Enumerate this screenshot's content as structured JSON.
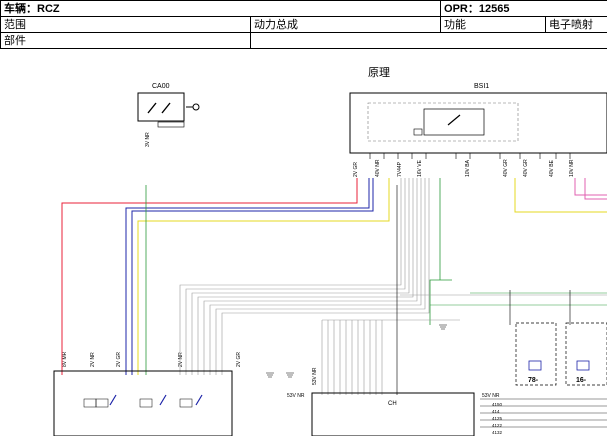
{
  "header": {
    "vehicle_label": "车辆：RCZ",
    "opr_label": "OPR：12565",
    "range_label": "范围",
    "range_value": "动力总成",
    "function_label": "功能",
    "function_value": "电子喷射",
    "part_label": "部件"
  },
  "diagram": {
    "title": "原理",
    "components": [
      {
        "id": "CA00",
        "label": "CA00"
      },
      {
        "id": "BSI1",
        "label": "BSI1"
      },
      {
        "id": "CH",
        "label": "CH"
      }
    ],
    "connector_labels": [
      "3V NR",
      "2V GR",
      "40V NR",
      "7V44P",
      "16V VE",
      "10V BA",
      "40V GR",
      "40V BE",
      "10V NR",
      "8V MR",
      "2V VE",
      "2V NR",
      "53V NR",
      "53V NR"
    ],
    "refs": [
      "78-",
      "16-"
    ],
    "pins": [
      "4150",
      "414",
      "4125",
      "4122",
      "4132"
    ],
    "colors": {
      "red": "#e8203a",
      "blue": "#1c24a8",
      "yellow": "#e6d820",
      "green": "#2a9a3a",
      "pink": "#e060b0",
      "grey": "#9a9a9a"
    }
  }
}
